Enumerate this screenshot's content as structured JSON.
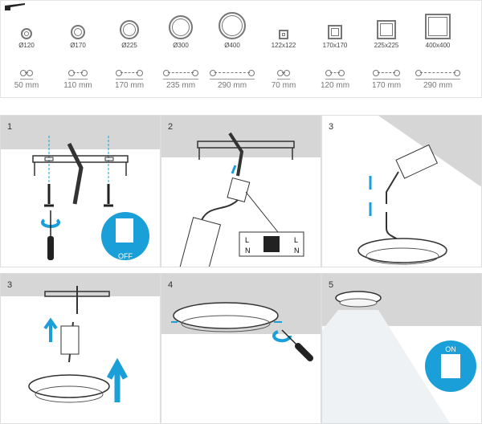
{
  "sizes": [
    {
      "label": "Ø120",
      "cutout": "50 mm",
      "shape": "round"
    },
    {
      "label": "Ø170",
      "cutout": "110 mm",
      "shape": "round"
    },
    {
      "label": "Ø225",
      "cutout": "170 mm",
      "shape": "round"
    },
    {
      "label": "Ø300",
      "cutout": "235 mm",
      "shape": "round"
    },
    {
      "label": "Ø400",
      "cutout": "290 mm",
      "shape": "round"
    },
    {
      "label": "122x122",
      "cutout": "70 mm",
      "shape": "square"
    },
    {
      "label": "170x170",
      "cutout": "120 mm",
      "shape": "square"
    },
    {
      "label": "225x225",
      "cutout": "170 mm",
      "shape": "square"
    },
    {
      "label": "400x400",
      "cutout": "290 mm",
      "shape": "square"
    }
  ],
  "steps": [
    {
      "number": "1",
      "switch_label": "OFF"
    },
    {
      "number": "2",
      "wire_live": "L",
      "wire_neutral": "N"
    },
    {
      "number": "3"
    },
    {
      "number": "3"
    },
    {
      "number": "4"
    },
    {
      "number": "5",
      "switch_label": "ON"
    }
  ],
  "colors": {
    "accent": "#1a9fd8",
    "ceiling": "#d6d6d6"
  }
}
